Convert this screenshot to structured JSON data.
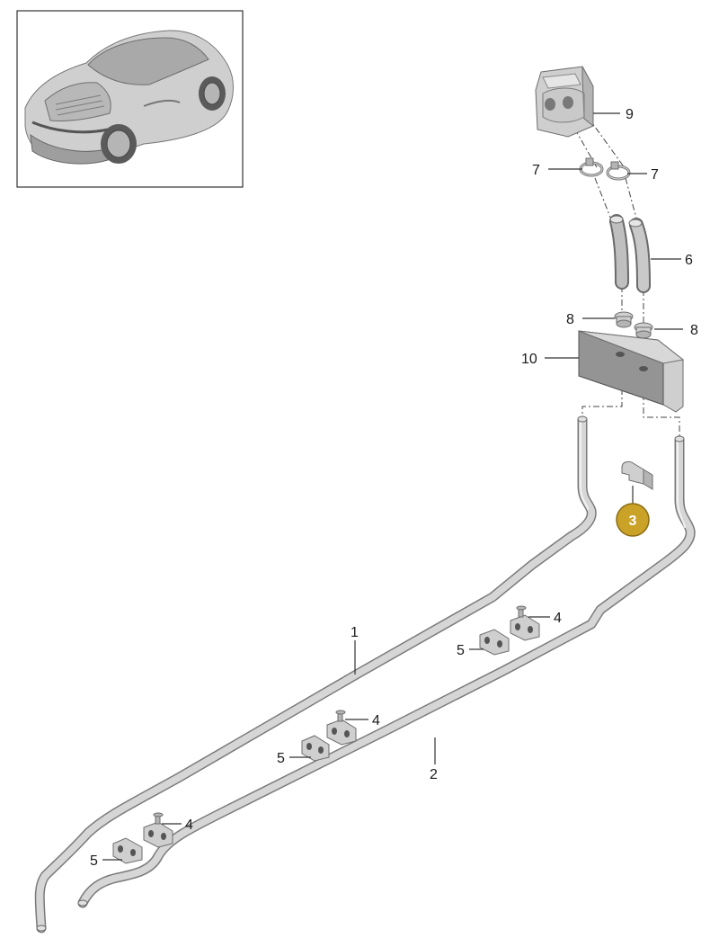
{
  "callouts": {
    "c1": "1",
    "c2": "2",
    "c3": "3",
    "c4a": "4",
    "c4b": "4",
    "c4c": "4",
    "c5a": "5",
    "c5b": "5",
    "c5c": "5",
    "c6": "6",
    "c7a": "7",
    "c7b": "7",
    "c8a": "8",
    "c8b": "8",
    "c9": "9",
    "c10": "10"
  },
  "colors": {
    "highlight_badge": "#c9a227",
    "highlight_badge_border": "#8a6d12",
    "part_gray": "#cfcfcf"
  },
  "icons": {
    "car_thumbnail": "sports-car-rear-three-quarter-icon"
  }
}
